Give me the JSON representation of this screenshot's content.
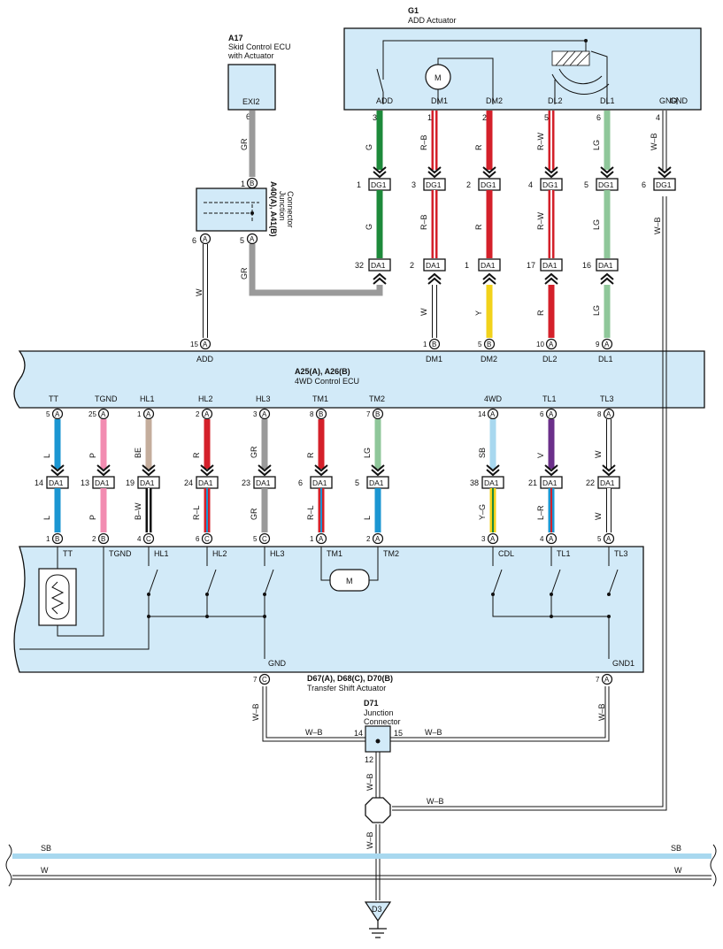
{
  "components": {
    "g1": {
      "id": "G1",
      "name": "ADD Actuator"
    },
    "a17": {
      "id": "A17",
      "name1": "Skid Control ECU",
      "name2": "with Actuator",
      "term": "EXI2"
    },
    "a40": {
      "id": "A40(A), A41(B)",
      "name1": "Junction",
      "name2": "Connector"
    },
    "ecu": {
      "id": "A25(A), A26(B)",
      "name": "4WD Control ECU"
    },
    "tsa": {
      "id": "D67(A), D68(C), D70(B)",
      "name": "Transfer Shift Actuator"
    },
    "d71": {
      "id": "D71",
      "name1": "Junction",
      "name2": "Connector"
    },
    "ground": {
      "id": "D3"
    }
  },
  "g1_terms": [
    "ADD",
    "DM1",
    "DM2",
    "DL2",
    "DL1",
    "GND"
  ],
  "g1_pins": [
    "3",
    "1",
    "2",
    "5",
    "6",
    "4"
  ],
  "motor_symbol": "M",
  "connectors": {
    "dg1": "DG1",
    "da1": "DA1"
  },
  "dg1_pins": [
    "1",
    "3",
    "2",
    "4",
    "5",
    "6"
  ],
  "da1_upper_pins": [
    "32",
    "2",
    "1",
    "17",
    "16"
  ],
  "ecu_top_pins": [
    {
      "num": "15",
      "letter": "A",
      "term": "ADD"
    },
    {
      "num": "1",
      "letter": "B",
      "term": "DM1"
    },
    {
      "num": "5",
      "letter": "B",
      "term": "DM2"
    },
    {
      "num": "10",
      "letter": "A",
      "term": "DL2"
    },
    {
      "num": "9",
      "letter": "A",
      "term": "DL1"
    }
  ],
  "ecu_bottom_pins": [
    {
      "num": "5",
      "letter": "A",
      "term": "TT"
    },
    {
      "num": "25",
      "letter": "A",
      "term": "TGND"
    },
    {
      "num": "1",
      "letter": "A",
      "term": "HL1"
    },
    {
      "num": "2",
      "letter": "A",
      "term": "HL2"
    },
    {
      "num": "3",
      "letter": "A",
      "term": "HL3"
    },
    {
      "num": "8",
      "letter": "B",
      "term": "TM1"
    },
    {
      "num": "7",
      "letter": "B",
      "term": "TM2"
    },
    {
      "num": "14",
      "letter": "A",
      "term": "4WD"
    },
    {
      "num": "6",
      "letter": "A",
      "term": "TL1"
    },
    {
      "num": "8",
      "letter": "A",
      "term": "TL3"
    }
  ],
  "da1_lower_pins": [
    "14",
    "13",
    "19",
    "24",
    "23",
    "6",
    "5",
    "38",
    "21",
    "22"
  ],
  "tsa_top_pins": [
    {
      "num": "1",
      "letter": "B",
      "term": "TT"
    },
    {
      "num": "2",
      "letter": "B",
      "term": "TGND"
    },
    {
      "num": "4",
      "letter": "C",
      "term": "HL1"
    },
    {
      "num": "6",
      "letter": "C",
      "term": "HL2"
    },
    {
      "num": "5",
      "letter": "C",
      "term": "HL3"
    },
    {
      "num": "1",
      "letter": "A",
      "term": "TM1"
    },
    {
      "num": "2",
      "letter": "A",
      "term": "TM2"
    },
    {
      "num": "3",
      "letter": "A",
      "term": "CDL"
    },
    {
      "num": "4",
      "letter": "A",
      "term": "TL1"
    },
    {
      "num": "5",
      "letter": "A",
      "term": "TL3"
    }
  ],
  "tsa_gnd": [
    {
      "num": "7",
      "letter": "C",
      "term": "GND"
    },
    {
      "num": "7",
      "letter": "A",
      "term": "GND1"
    }
  ],
  "pin_letters": {
    "b": "B",
    "a": "A"
  },
  "a40_pins": [
    "1",
    "6",
    "5"
  ],
  "a17_pin": "6",
  "d71_pins": [
    "14",
    "15",
    "12"
  ],
  "wire_labels": {
    "a17_gr": "GR",
    "a40_w": "W",
    "a40_gr": "GR",
    "upper1": [
      "G",
      "R–B",
      "R",
      "R–W",
      "LG",
      "W–B"
    ],
    "upper2": [
      "G",
      "R–B",
      "R",
      "R–W",
      "LG",
      "W–B"
    ],
    "upper3": [
      "W",
      "Y",
      "R",
      "LG"
    ],
    "lower1": [
      "L",
      "P",
      "BE",
      "R",
      "GR",
      "R",
      "LG",
      "SB",
      "V",
      "W"
    ],
    "lower2": [
      "L",
      "P",
      "B–W",
      "R–L",
      "GR",
      "R–L",
      "L",
      "Y–G",
      "L–R",
      "W"
    ],
    "gnd": [
      "W–B",
      "W–B",
      "W–B",
      "W–B",
      "W–B",
      "W–B",
      "W–B"
    ],
    "bus_sb": "SB",
    "bus_w": "W"
  },
  "colors": {
    "panel": "#d2eaf8",
    "green": "#1d8a3a",
    "red": "#d4202a",
    "lightgreen": "#8fc79a",
    "yellow": "#f2d21b",
    "gray": "#9a9a9a",
    "blue": "#1b96d2",
    "pink": "#f28cb1",
    "beige": "#c4ad9c",
    "purple": "#6b2f8a",
    "skyblue": "#a8d8ef"
  }
}
